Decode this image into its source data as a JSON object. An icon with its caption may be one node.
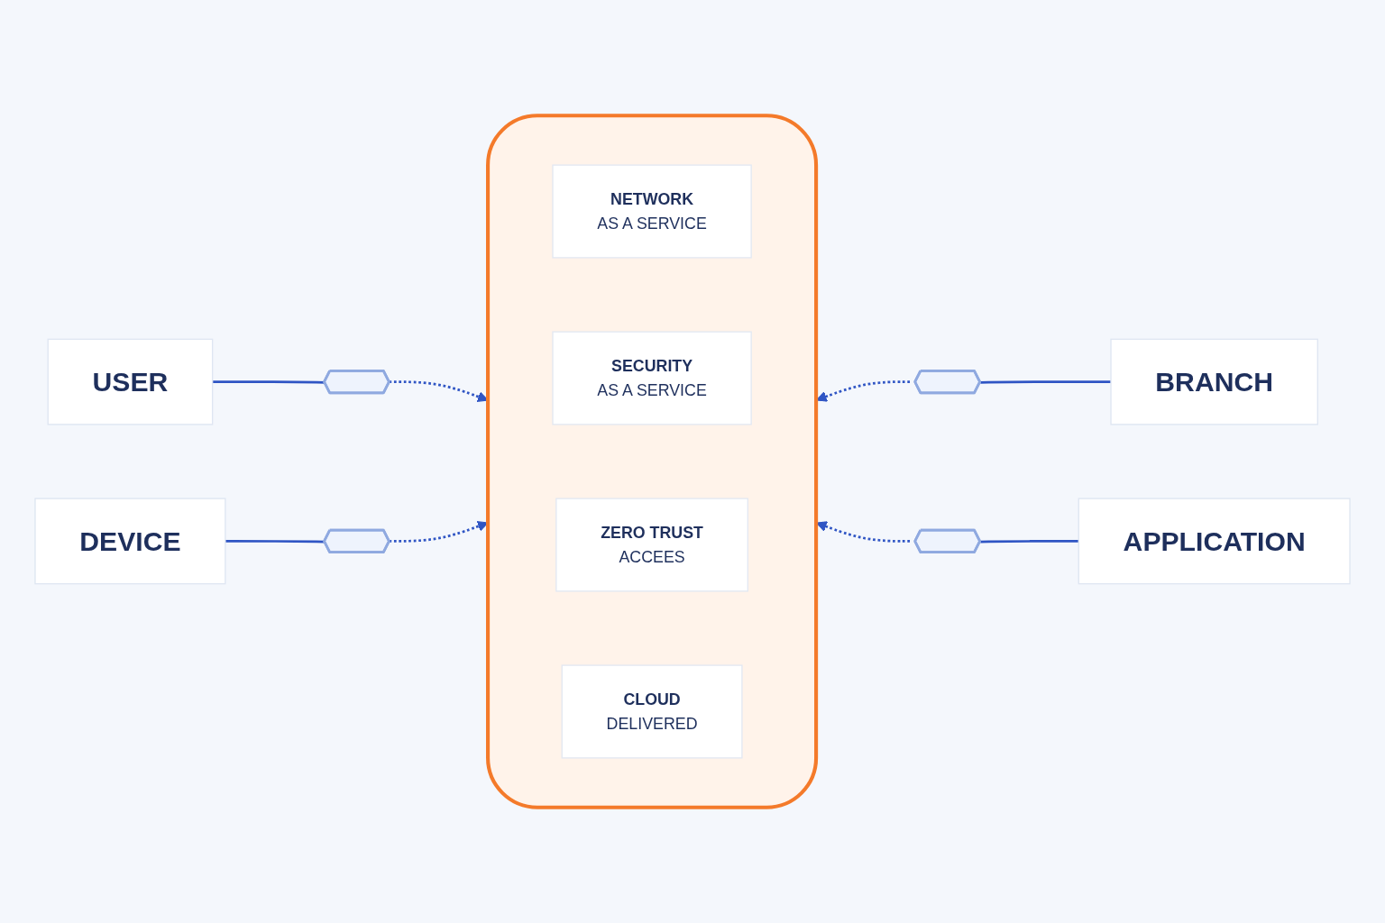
{
  "diagram": {
    "nodes": [
      {
        "text": [
          "USER"
        ]
      },
      {
        "text": [
          "BRANCH"
        ]
      },
      {
        "text": [
          "DEVICE"
        ]
      },
      {
        "text": [
          "APPLICATION"
        ]
      },
      {
        "text": [],
        "shape": "shield"
      },
      {
        "text": [],
        "shape": "shield"
      },
      {
        "text": [],
        "shape": "shield"
      },
      {
        "text": [],
        "shape": "shield"
      },
      {
        "text": [],
        "shape": "cloud"
      },
      {
        "text": [
          "NETWORK",
          "AS A SERVICE"
        ],
        "in": 8
      },
      {
        "text": [
          "SECURITY",
          "AS A SERVICE"
        ],
        "in": 8
      },
      {
        "text": [
          "ZERO TRUST",
          "ACCEES"
        ],
        "in": 8
      },
      {
        "text": [
          "CLOUD",
          "DELIVERED"
        ],
        "in": 8
      }
    ],
    "edges": [
      {
        "from": 0,
        "to": 4,
        "arrow": "none"
      },
      {
        "from": 4,
        "to": 8,
        "arrow": "to",
        "style": "dashed"
      },
      {
        "from": 1,
        "to": 5,
        "arrow": "none"
      },
      {
        "from": 5,
        "to": 8,
        "arrow": "to",
        "style": "dashed"
      },
      {
        "from": 2,
        "to": 6,
        "arrow": "none"
      },
      {
        "from": 6,
        "to": 8,
        "arrow": "to",
        "style": "dashed"
      },
      {
        "from": 3,
        "to": 7,
        "arrow": "none"
      },
      {
        "from": 7,
        "to": 8,
        "arrow": "to",
        "style": "dashed"
      }
    ]
  }
}
